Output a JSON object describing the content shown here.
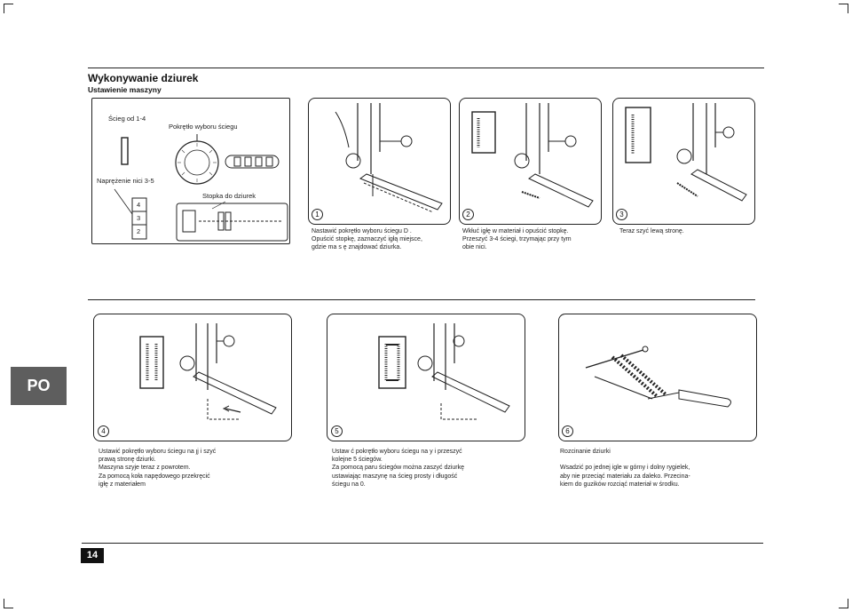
{
  "header": {
    "title": "Wykonywanie dziurek",
    "subtitle": "Ustawienie maszyny"
  },
  "setup_panel": {
    "stitch_label": "Ścieg od 1-4",
    "dial_label": "Pokrętło wyboru ściegu",
    "tension_label": "Naprężenie nici 3-5",
    "foot_label": "Stopka do dziurek",
    "tension_values": [
      "4",
      "3",
      "2"
    ]
  },
  "steps": [
    {
      "number": "1",
      "caption": [
        "Nastawić pokrętło wyboru ściegu D .",
        "Opuścić stopkę, zaznaczyć igłą miejsce,",
        "gdzie ma s ę znajdować dziurka."
      ]
    },
    {
      "number": "2",
      "caption": [
        "Wkłuć igłę w materiał i opuścić stopkę.",
        "Przeszyć 3-4 ściegi, trzymając przy tym",
        "obie nici."
      ]
    },
    {
      "number": "3",
      "caption": [
        "Teraz szyć lewą stronę."
      ]
    },
    {
      "number": "4",
      "caption": [
        "Ustawić pokrętło wyboru ściegu na ȷj i szyć",
        "prawą stronę dziurki.",
        "Maszyna szyje teraz z powrotem.",
        "Za pomocą koła napędowego przekręcić",
        "igłę z materiałem"
      ]
    },
    {
      "number": "5",
      "caption": [
        "Ustaw ć pokrętło wyboru ściegu na y i przeszyć",
        "kolejne 5 ściegów.",
        "Za pomocą paru ściegów można zaszyć dziurkę",
        "ustawiając maszynę na ścieg prosty i długość",
        "ściegu na 0."
      ]
    },
    {
      "number": "6",
      "caption": [
        "Rozcinanie dziurki",
        "",
        "Wsadzić po jednej igle w górny i dolny rygielek,",
        "aby nie przeciąć materiału za daleko. Przecina-",
        "kiem do guzików rozciąć materiał w środku."
      ]
    }
  ],
  "side_tab": "PO",
  "page_number": "14"
}
